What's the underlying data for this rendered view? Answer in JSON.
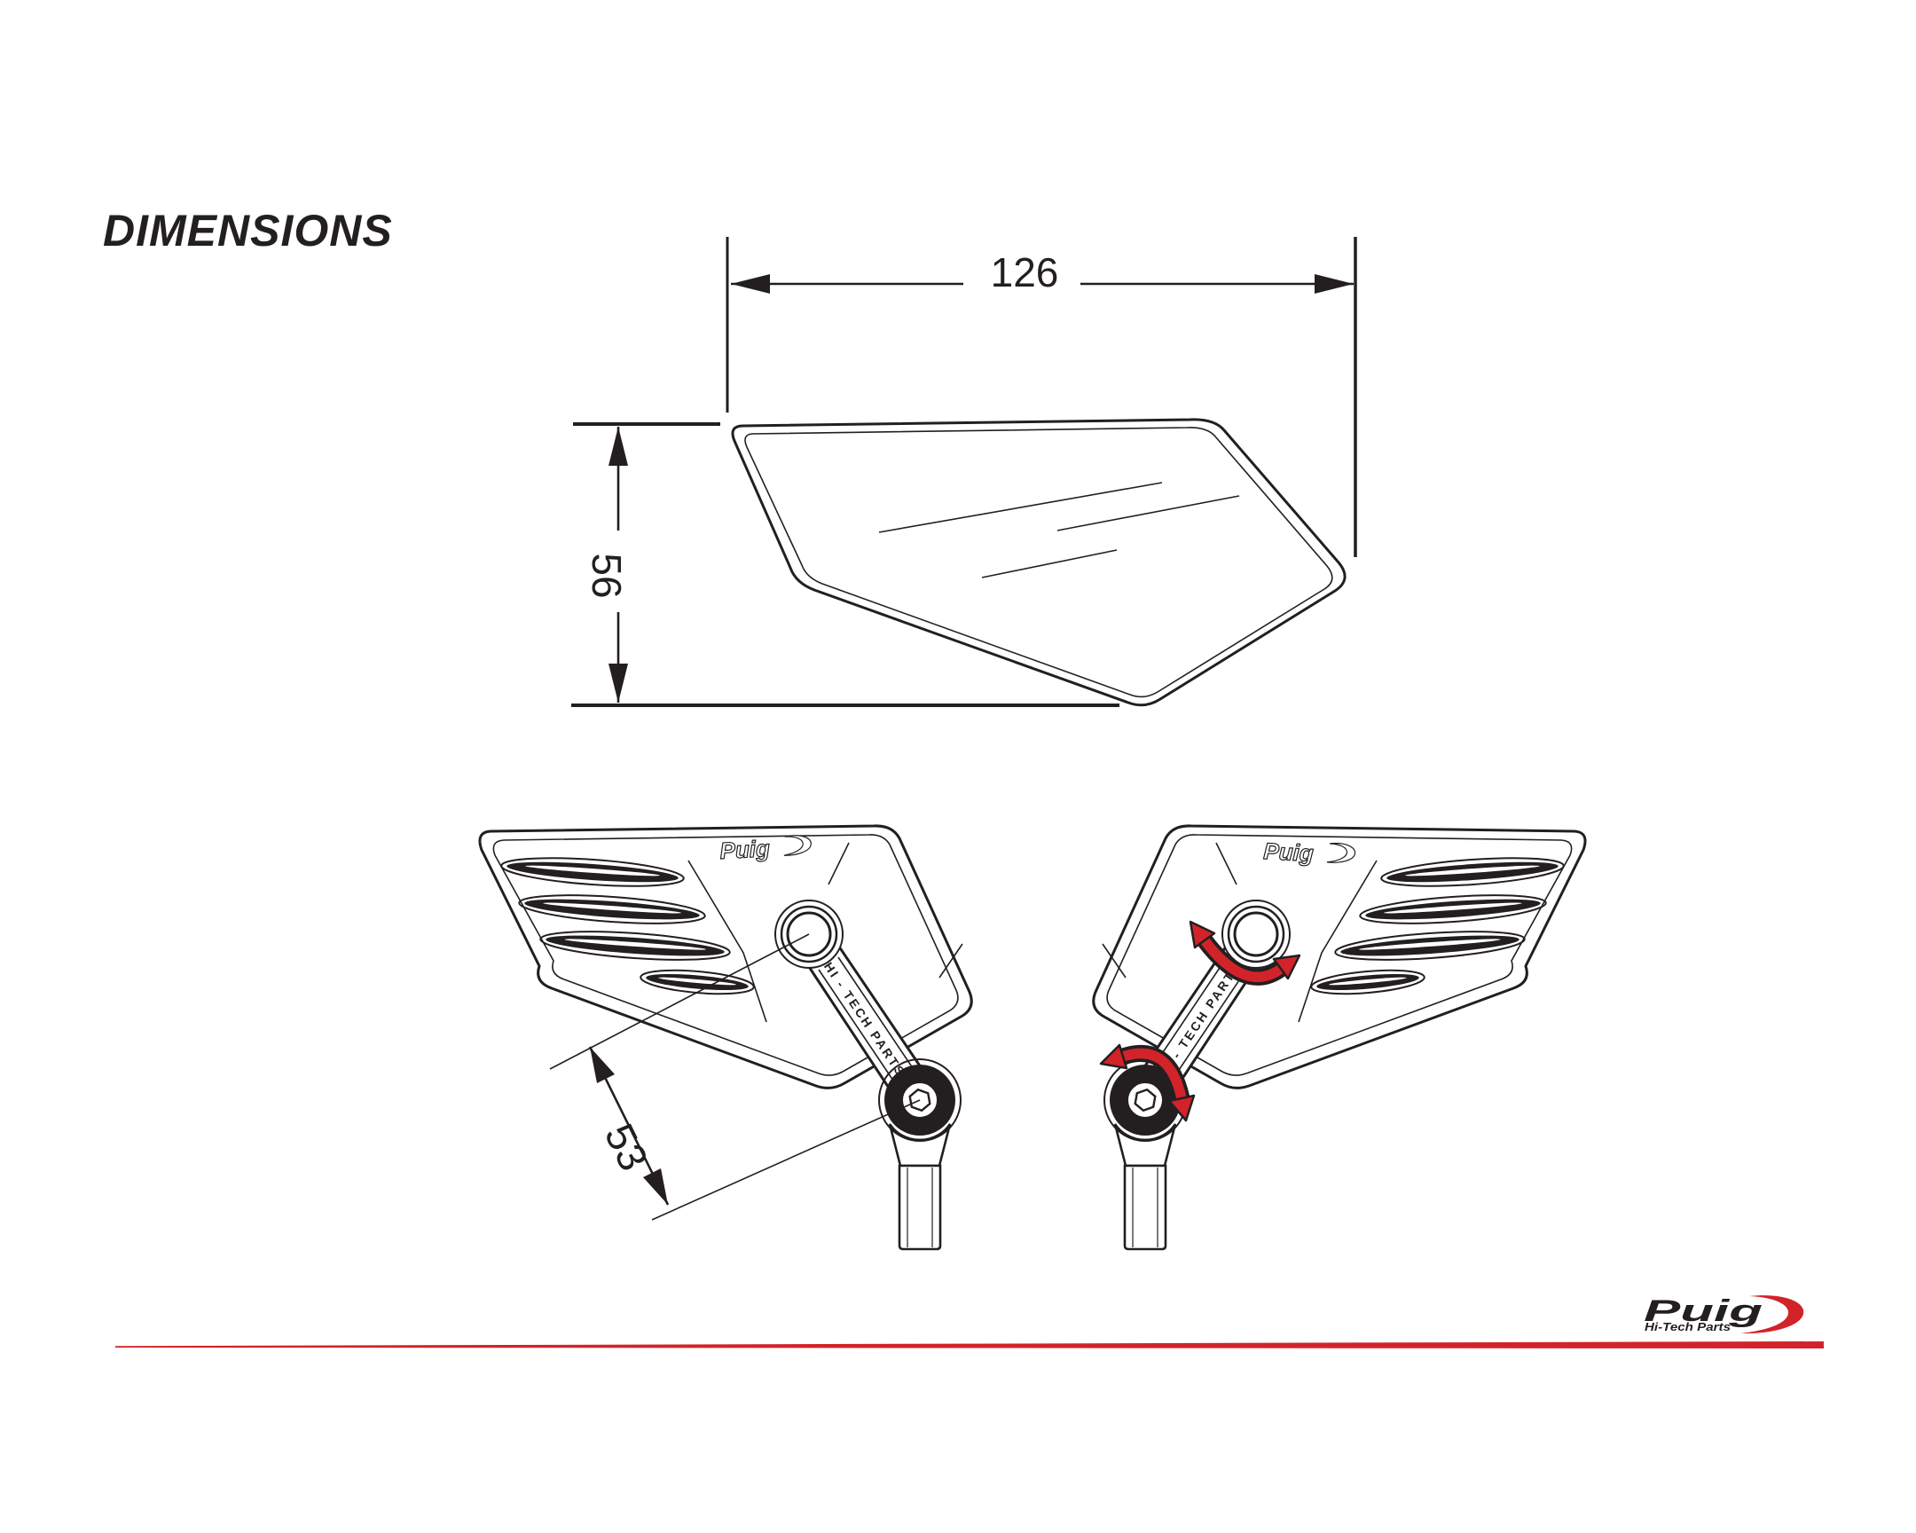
{
  "page": {
    "title": "DIMENSIONS"
  },
  "top_view": {
    "description": "mirror glass front outline",
    "width_label": "126",
    "height_label": "56"
  },
  "bottom_view": {
    "description": "left and right mirror assemblies, rear view",
    "arm_length_label": "53",
    "arm_brand_label": "HI - TECH PARTS",
    "housing_logo": "Puig"
  },
  "footer": {
    "brand": "Puig",
    "tagline": "Hi-Tech Parts"
  },
  "colors": {
    "accent_red": "#d2232a",
    "line": "#231f20"
  }
}
